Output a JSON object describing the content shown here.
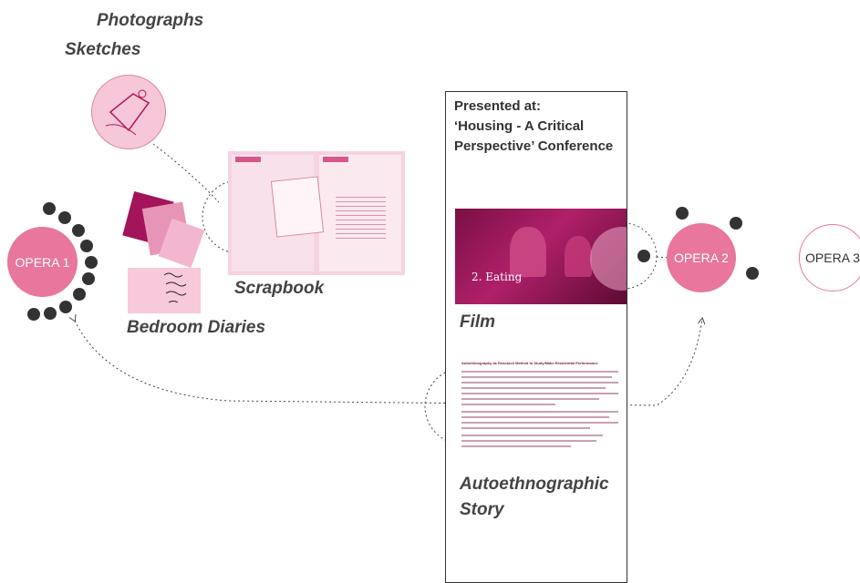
{
  "labels": {
    "photographs": "Photographs",
    "sketches": "Sketches",
    "scrapbook": "Scrapbook",
    "bedroom_diaries": "Bedroom Diaries",
    "film": "Film",
    "autoethnographic_line1": "Autoethnographic",
    "autoethnographic_line2": "Story"
  },
  "presented": {
    "line1": "Presented at:",
    "line2": "‘Housing -  A Critical",
    "line3": "Perspective’ Conference"
  },
  "film_caption": "2. Eating",
  "nodes": {
    "opera1": "OPERA 1",
    "opera2": "OPERA 2",
    "opera3": "OPERA 3"
  },
  "doc_title": "Autoethnography as Research Method to Study/Make Residential Performance",
  "colors": {
    "opera_fill": "#e8769d",
    "accent": "#c2185b",
    "dots": "#333333",
    "text": "#444444"
  }
}
